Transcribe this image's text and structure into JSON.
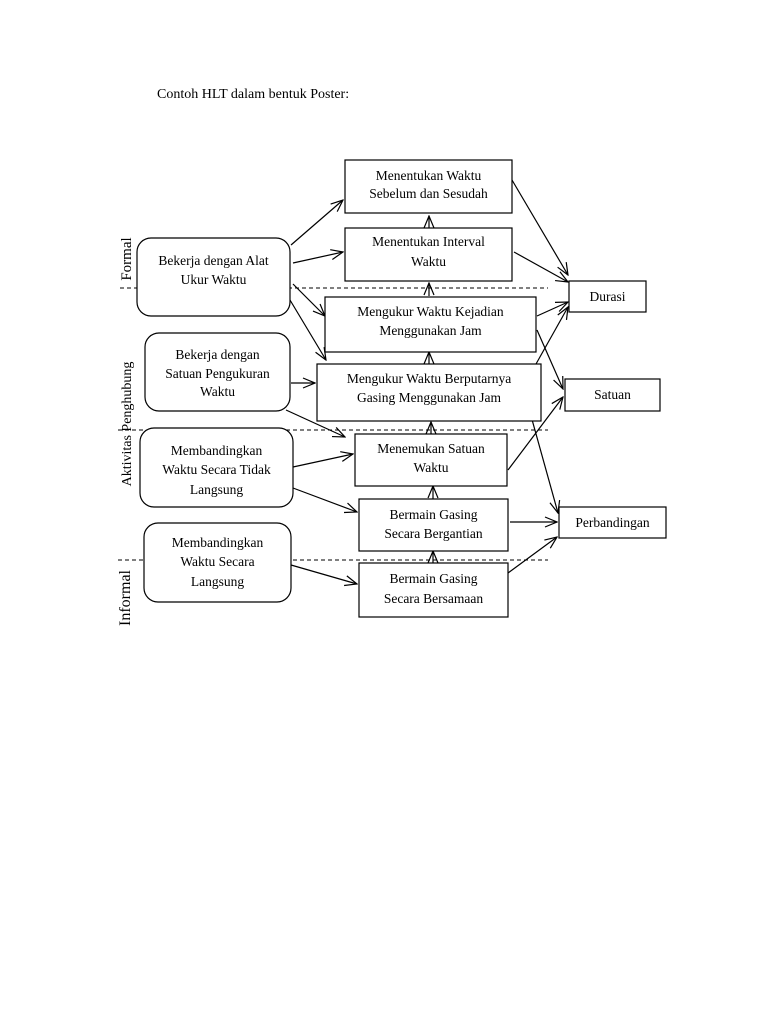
{
  "title": "Contoh HLT dalam bentuk Poster:",
  "levels": {
    "formal": "Formal",
    "penghubung": "Aktivitas Penghubung",
    "informal": "Informal"
  },
  "nodes": {
    "left_alat_ukur": [
      "Bekerja dengan Alat",
      "Ukur Waktu"
    ],
    "left_satuan": [
      "Bekerja dengan",
      "Satuan Pengukuran",
      "Waktu"
    ],
    "left_tidak_langsung": [
      "Membandingkan",
      "Waktu Secara Tidak",
      "Langsung"
    ],
    "left_langsung": [
      "Membandingkan",
      "Waktu Secara",
      "Langsung"
    ],
    "mid_sebelum_sesudah": [
      "Menentukan Waktu",
      "Sebelum dan Sesudah"
    ],
    "mid_interval": [
      "Menentukan Interval",
      "Waktu"
    ],
    "mid_kejadian": [
      "Mengukur Waktu Kejadian",
      "Menggunakan Jam"
    ],
    "mid_berputarnya": [
      "Mengukur Waktu Berputarnya",
      "Gasing Menggunakan Jam"
    ],
    "mid_satuan": [
      "Menemukan Satuan",
      "Waktu"
    ],
    "mid_bergantian": [
      "Bermain Gasing",
      "Secara Bergantian"
    ],
    "mid_bersamaan": [
      "Bermain Gasing",
      "Secara Bersamaan"
    ],
    "right_durasi": [
      "Durasi"
    ],
    "right_satuan": [
      "Satuan"
    ],
    "right_perbandingan": [
      "Perbandingan"
    ]
  }
}
